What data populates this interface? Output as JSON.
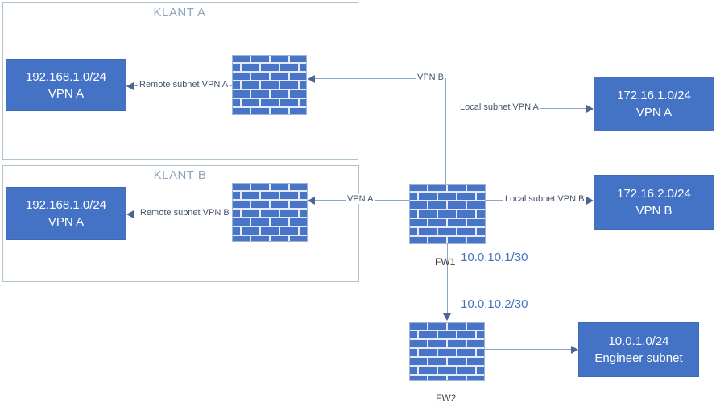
{
  "containers": [
    {
      "title": "KLANT A"
    },
    {
      "title": "KLANT B"
    }
  ],
  "nodes": [
    {
      "name": "klant-a-remote-subnet",
      "line1": "192.168.1.0/24",
      "line2": "VPN A"
    },
    {
      "name": "klant-b-remote-subnet",
      "line1": "192.168.1.0/24",
      "line2": "VPN A"
    },
    {
      "name": "vpn-a-local-subnet",
      "line1": "172.16.1.0/24",
      "line2": "VPN A"
    },
    {
      "name": "vpn-b-local-subnet",
      "line1": "172.16.2.0/24",
      "line2": "VPN B"
    },
    {
      "name": "engineer-subnet",
      "line1": "10.0.1.0/24",
      "line2": "Engineer subnet"
    }
  ],
  "firewalls": [
    {
      "id": "klant-a-firewall",
      "label": ""
    },
    {
      "id": "klant-b-firewall",
      "label": ""
    },
    {
      "id": "fw1",
      "label": "FW1"
    },
    {
      "id": "fw2",
      "label": "FW2"
    }
  ],
  "edges": {
    "remote_subnet_vpn_a": "Remote subnet VPN A",
    "vpn_b": "VPN B",
    "local_subnet_vpn_a": "Local subnet VPN A",
    "vpn_a": "VPN A",
    "remote_subnet_vpn_b": "Remote subnet VPN B",
    "local_subnet_vpn_b": "Local subnet VPN B"
  },
  "ip_labels": {
    "fw1_interface": "10.0.10.1/30",
    "fw2_interface": "10.0.10.2/30"
  },
  "colors": {
    "node_fill": "#4472C4",
    "node_text": "#FFFFFF",
    "container_border": "#AFC3CF",
    "container_title": "#8FA6C1",
    "connector_line": "#8AA5CD",
    "arrowhead": "#4C6596",
    "edge_label_text": "#44546A",
    "ip_label_text": "#4472C4",
    "fw_label_text": "#404040",
    "brick_fill": "#4875C7",
    "brick_mortar": "#E4EBF7"
  }
}
